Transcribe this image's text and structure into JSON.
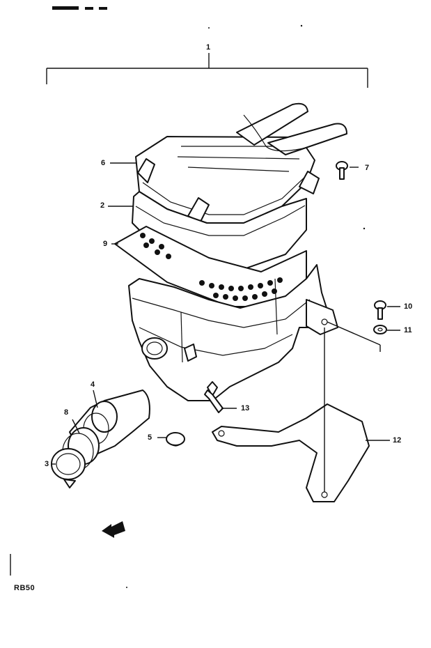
{
  "header_marks": "",
  "model_code": "RB50",
  "callouts": {
    "c1": "1",
    "c2": "2",
    "c3": "3",
    "c4": "4",
    "c5": "5",
    "c6": "6",
    "c7": "7",
    "c8": "8",
    "c9": "9",
    "c10": "10",
    "c11": "11",
    "c12": "12",
    "c13": "13"
  },
  "icons": {
    "direction_arrow": "arrow-left-icon"
  },
  "colors": {
    "ink": "#111111",
    "paper": "#ffffff"
  }
}
